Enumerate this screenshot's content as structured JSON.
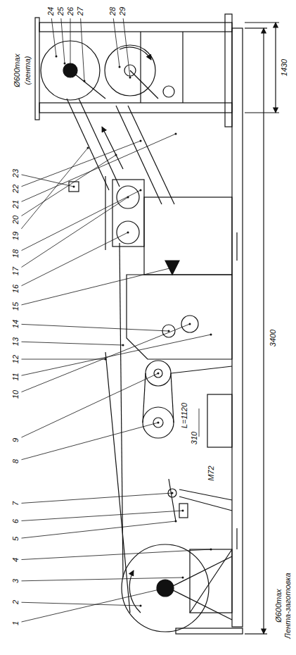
{
  "diagram": {
    "labels": [
      "1",
      "2",
      "3",
      "4",
      "5",
      "6",
      "7",
      "8",
      "9",
      "10",
      "11",
      "12",
      "13",
      "14",
      "15",
      "16",
      "17",
      "18",
      "19",
      "20",
      "21",
      "22",
      "23",
      "24",
      "25",
      "26",
      "27",
      "28",
      "29",
      "Ø600max",
      "(лента)",
      "1430",
      "L=1120",
      "310",
      "М72",
      "3400",
      "Ø600max",
      "Лента-заготовка"
    ]
  }
}
